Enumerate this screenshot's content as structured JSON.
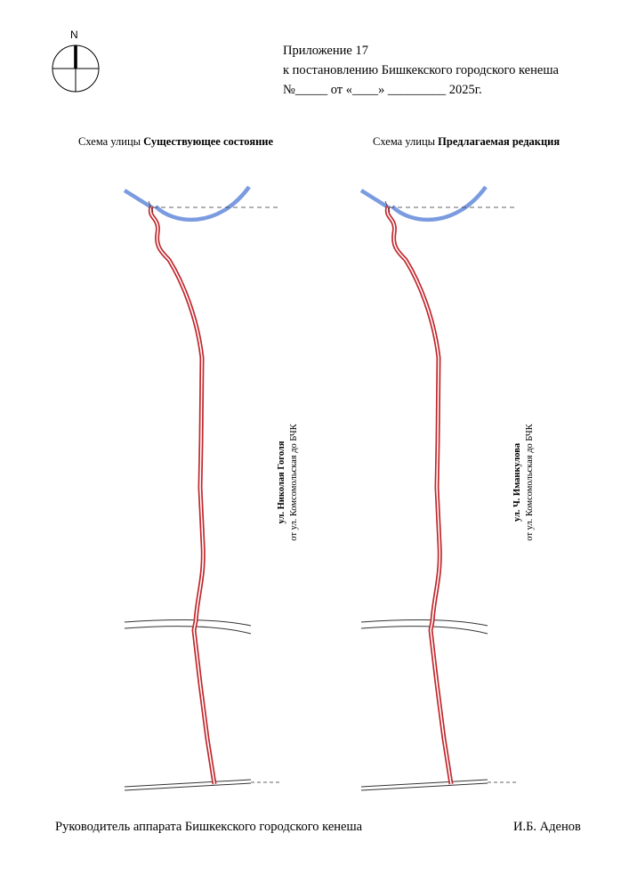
{
  "compass": {
    "label": "N",
    "icon": "north-arrow-icon"
  },
  "header": {
    "line1": "Приложение   17",
    "line2": "к постановлению  Бишкекского городского кенеша",
    "line3": "№_____ от «____» _________ 2025г."
  },
  "left_scheme": {
    "caption_prefix": "Схема улицы ",
    "caption_bold": "Существующее состояние",
    "street_name": "ул. Николая Гоголя",
    "street_range": "от ул. Комсомольская до БЧК"
  },
  "right_scheme": {
    "caption_prefix": "Схема улицы ",
    "caption_bold": "Предлагаемая редакция",
    "street_name": "ул. Ч. Иманкулова",
    "street_range": "от ул. Комсомольская до БЧК"
  },
  "colors": {
    "canal": "#7b9be0",
    "street_red": "#c0282d",
    "road_outline": "#333333"
  },
  "footer": {
    "position": "Руководитель аппарата Бишкекского городского кенеша",
    "signatory": "И.Б. Аденов"
  }
}
